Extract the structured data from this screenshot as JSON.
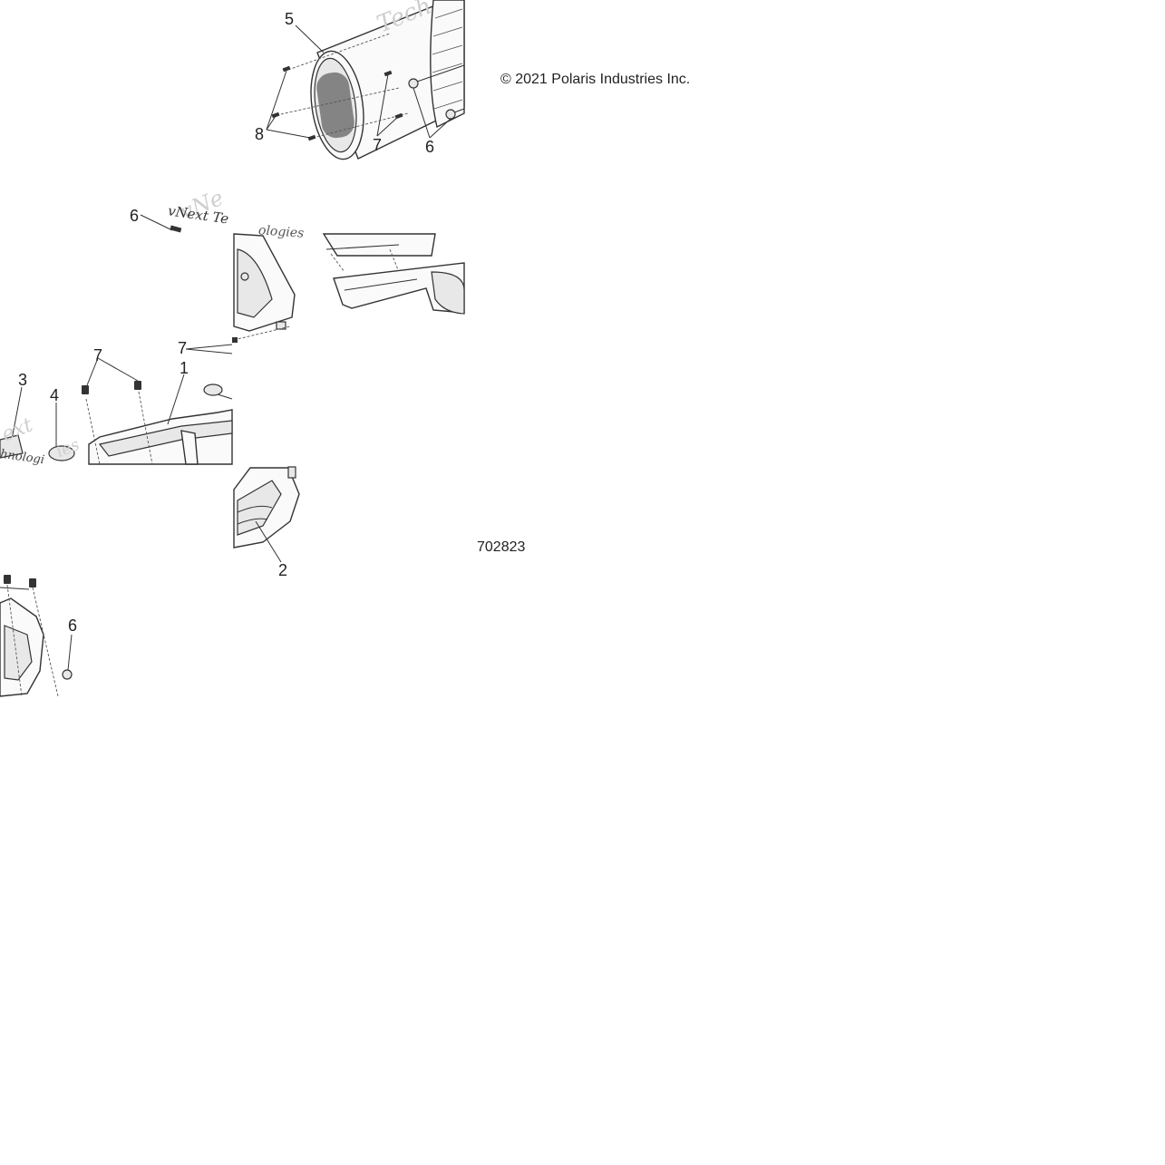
{
  "copyright": "© 2021 Polaris Industries Inc.",
  "figure_number": "702823",
  "watermarks": [
    "Tech",
    "vNe",
    "vNext Te",
    "ologies",
    "ext",
    "ies",
    "hnologi"
  ],
  "callouts": {
    "c5": "5",
    "c8": "8",
    "c7a": "7",
    "c6a": "6",
    "c6b": "6",
    "c7b": "7",
    "c7c": "7",
    "c1": "1",
    "c3": "3",
    "c4": "4",
    "c2": "2",
    "c6c": "6"
  }
}
